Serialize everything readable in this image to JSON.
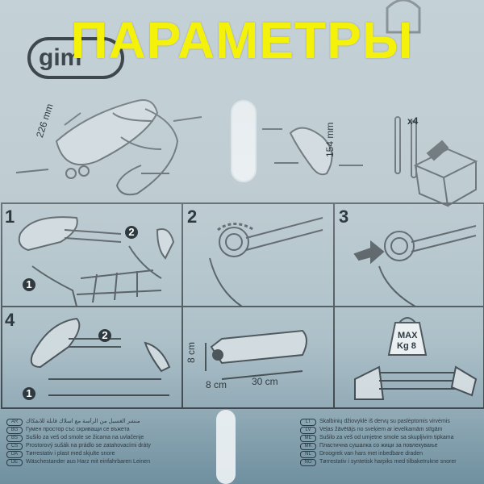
{
  "overlay_title": "ПАРАМЕТРЫ",
  "brand_text": "gim",
  "dimensions": {
    "length_top": "226 mm",
    "length_small": "154 mm",
    "screws": "x4",
    "height": "8 cm",
    "width": "30 cm",
    "depth": "8 cm"
  },
  "steps": [
    "1",
    "2",
    "3",
    "4"
  ],
  "step_markers": [
    "1",
    "2",
    "2",
    "1"
  ],
  "max_load": {
    "line1": "MAX",
    "line2": "Kg 8"
  },
  "languages_left": [
    {
      "code": "AR",
      "text": "منشر الغسيل من الرأسة مع اسلاك قابلة للانفكاك"
    },
    {
      "code": "BG",
      "text": "Гумен простор със скриващи се въжета"
    },
    {
      "code": "BS",
      "text": "Sušilo za veš od smole se žicama na uvlačenje"
    },
    {
      "code": "CS",
      "text": "Prostorový sušák na prádlo se zatahovacími dráty"
    },
    {
      "code": "DA",
      "text": "Tørrestativ i plast med skjulte snore"
    },
    {
      "code": "DE",
      "text": "Wäschestander aus Harz mit einfahrbaren Leinen"
    }
  ],
  "languages_right": [
    {
      "code": "LT",
      "text": "Skalbinių džiovyklė iš dervų su paslėptomis virvėmis"
    },
    {
      "code": "LV",
      "text": "Veļas žāvētājs no sveķiem ar ievelkamām stīgām"
    },
    {
      "code": "ME",
      "text": "Sušilo za veš od umjetne smole sa skupljivim tipkama"
    },
    {
      "code": "MK",
      "text": "Пластична сушалка со жици за повлекување"
    },
    {
      "code": "NL",
      "text": "Droogrek van hars met inbedbare draden"
    },
    {
      "code": "NO",
      "text": "Tørrestativ i syntetisk harpiks med tilbaketrukne snorer"
    }
  ]
}
